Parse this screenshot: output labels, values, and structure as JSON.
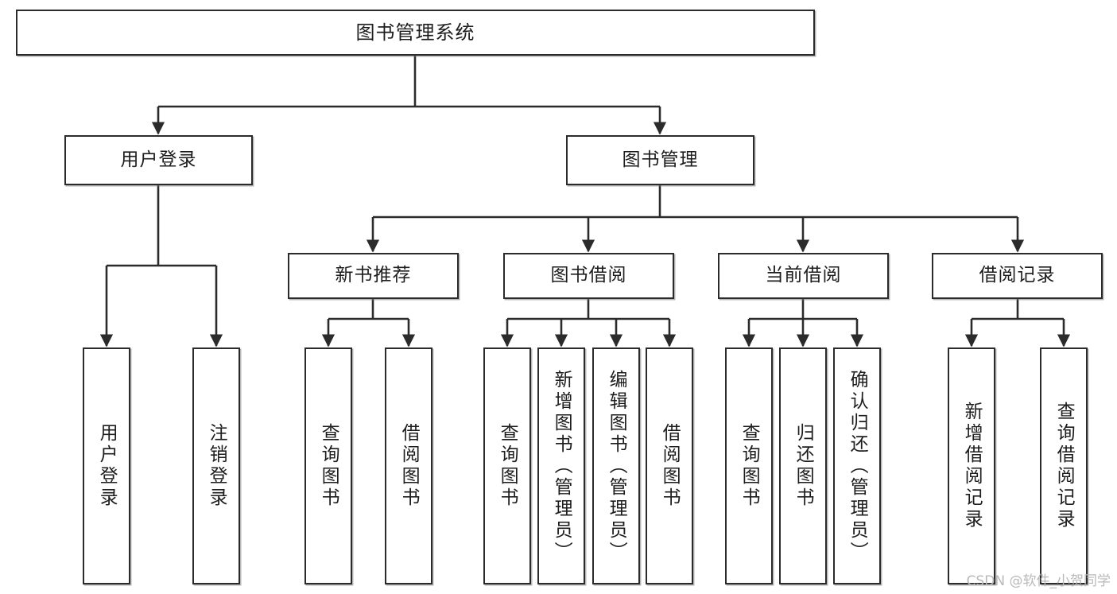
{
  "diagram": {
    "type": "tree-hierarchy",
    "title": "图书管理系统",
    "watermark": "CSDN @软件_小贺同学",
    "colors": {
      "stroke": "#2b2b2b",
      "fill": "#ffffff",
      "text": "#1d1d1d",
      "watermark": "#b9b9b9"
    },
    "root": {
      "id": "root",
      "label": "图书管理系统",
      "orientation": "horizontal"
    },
    "level2": [
      {
        "id": "user-login",
        "label": "用户登录",
        "orientation": "horizontal"
      },
      {
        "id": "book-manage",
        "label": "图书管理",
        "orientation": "horizontal"
      }
    ],
    "level3": [
      {
        "id": "new-book-recommend",
        "label": "新书推荐",
        "orientation": "horizontal",
        "parent": "book-manage"
      },
      {
        "id": "book-borrow",
        "label": "图书借阅",
        "orientation": "horizontal",
        "parent": "book-manage"
      },
      {
        "id": "current-borrow",
        "label": "当前借阅",
        "orientation": "horizontal",
        "parent": "book-manage"
      },
      {
        "id": "borrow-record",
        "label": "借阅记录",
        "orientation": "horizontal",
        "parent": "book-manage"
      }
    ],
    "leaves": [
      {
        "id": "leaf-user-login",
        "label": "用户登录",
        "parent": "user-login",
        "orientation": "vertical"
      },
      {
        "id": "leaf-logout-login",
        "label": "注销登录",
        "parent": "user-login",
        "orientation": "vertical"
      },
      {
        "id": "leaf-query-book-1",
        "label": "查询图书",
        "parent": "new-book-recommend",
        "orientation": "vertical"
      },
      {
        "id": "leaf-borrow-book-1",
        "label": "借阅图书",
        "parent": "new-book-recommend",
        "orientation": "vertical"
      },
      {
        "id": "leaf-query-book-2",
        "label": "查询图书",
        "parent": "book-borrow",
        "orientation": "vertical"
      },
      {
        "id": "leaf-add-book",
        "label": "新增图书（管理员）",
        "parent": "book-borrow",
        "orientation": "vertical"
      },
      {
        "id": "leaf-edit-book",
        "label": "编辑图书（管理员）",
        "parent": "book-borrow",
        "orientation": "vertical"
      },
      {
        "id": "leaf-borrow-book-2",
        "label": "借阅图书",
        "parent": "book-borrow",
        "orientation": "vertical"
      },
      {
        "id": "leaf-query-book-3",
        "label": "查询图书",
        "parent": "current-borrow",
        "orientation": "vertical"
      },
      {
        "id": "leaf-return-book",
        "label": "归还图书",
        "parent": "current-borrow",
        "orientation": "vertical"
      },
      {
        "id": "leaf-confirm-return",
        "label": "确认归还（管理员）",
        "parent": "current-borrow",
        "orientation": "vertical"
      },
      {
        "id": "leaf-add-record",
        "label": "新增借阅记录",
        "parent": "borrow-record",
        "orientation": "vertical"
      },
      {
        "id": "leaf-query-record",
        "label": "查询借阅记录",
        "parent": "borrow-record",
        "orientation": "vertical"
      }
    ]
  }
}
